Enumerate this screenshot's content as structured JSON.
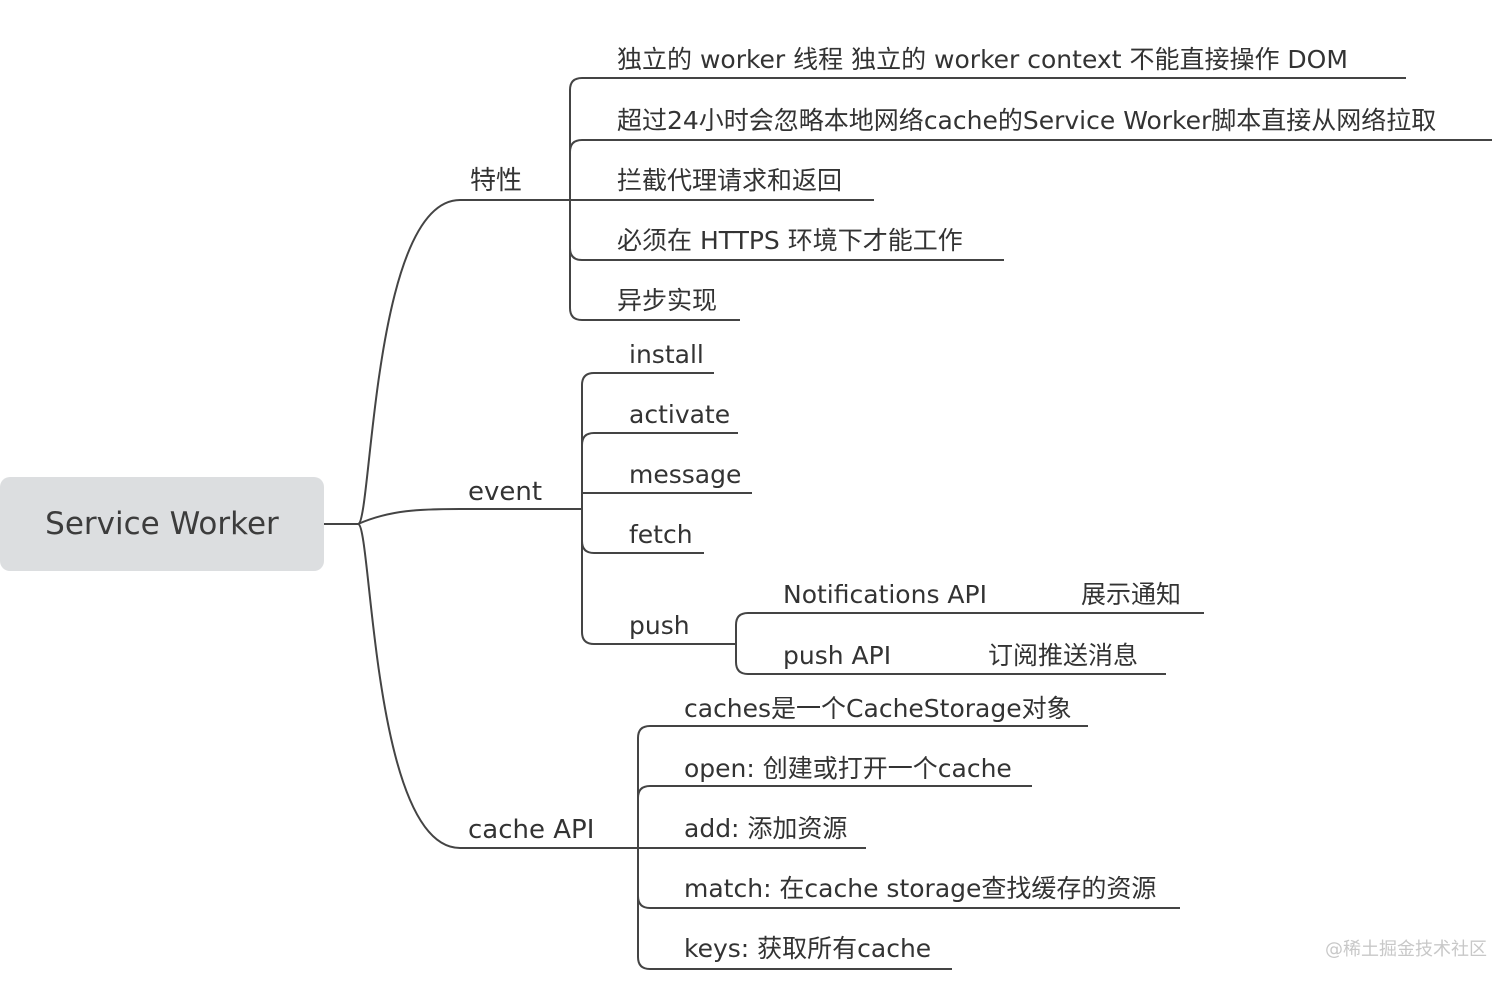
{
  "root": "Service Worker",
  "branches": [
    {
      "label": "特性",
      "children": [
        "独立的 worker 线程  独立的 worker context   不能直接操作 DOM",
        "超过24小时会忽略本地网络cache的Service Worker脚本直接从网络拉取",
        "拦截代理请求和返回",
        "必须在 HTTPS 环境下才能工作",
        "异步实现"
      ]
    },
    {
      "label": "event",
      "children": [
        "install",
        "activate",
        "message",
        "fetch",
        "push"
      ],
      "push_children": [
        {
          "name": "Notifications API",
          "note": "展示通知"
        },
        {
          "name": "push API",
          "note": "订阅推送消息"
        }
      ]
    },
    {
      "label": "cache API",
      "children": [
        "caches是一个CacheStorage对象",
        "open: 创建或打开一个cache",
        "add: 添加资源",
        "match:  在cache storage查找缓存的资源",
        "keys:  获取所有cache"
      ]
    }
  ],
  "watermark": "@稀土掘金技术社区"
}
